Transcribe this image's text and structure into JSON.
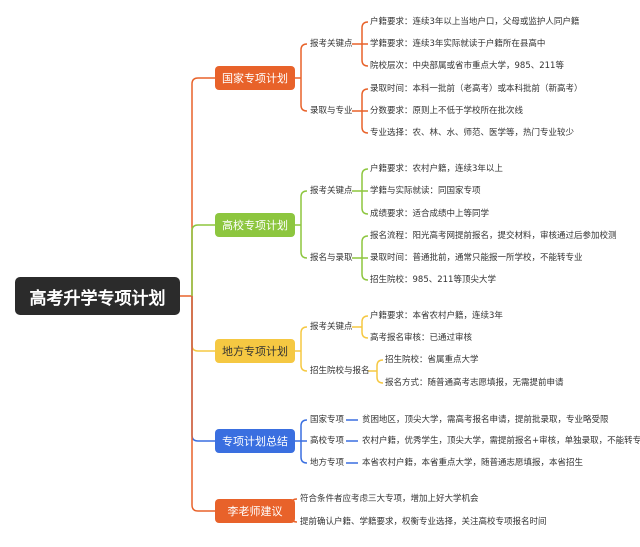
{
  "root": "高考升学专项计划",
  "colors": {
    "orange": "#e8622a",
    "green": "#8dc63f",
    "yellow": "#f5c842",
    "blue": "#3a6fe0",
    "dark": "#2b2b2b"
  },
  "branches": [
    {
      "label": "国家专项计划",
      "groups": [
        {
          "label": "报考关键点",
          "items": [
            "户籍要求：连续3年以上当地户口，父母或监护人同户籍",
            "学籍要求：连续3年实际就读于户籍所在县高中",
            "院校层次：中央部属或省市重点大学，985、211等"
          ]
        },
        {
          "label": "录取与专业",
          "items": [
            "录取时间：本科一批前（老高考）或本科批前（新高考）",
            "分数要求：原则上不低于学校所在批次线",
            "专业选择：农、林、水、师范、医学等，热门专业较少"
          ]
        }
      ]
    },
    {
      "label": "高校专项计划",
      "groups": [
        {
          "label": "报考关键点",
          "items": [
            "户籍要求：农村户籍，连续3年以上",
            "学籍与实际就读：同国家专项",
            "成绩要求：适合成绩中上等同学"
          ]
        },
        {
          "label": "报名与录取",
          "items": [
            "报名流程：阳光高考网提前报名，提交材料，审核通过后参加校测",
            "录取时间：普通批前，通常只能报一所学校，不能转专业",
            "招生院校：985、211等顶尖大学"
          ]
        }
      ]
    },
    {
      "label": "地方专项计划",
      "groups": [
        {
          "label": "报考关键点",
          "items": [
            "户籍要求：本省农村户籍，连续3年",
            "高考报名审核：已通过审核"
          ]
        },
        {
          "label": "招生院校与报名",
          "items": [
            "招生院校：省属重点大学",
            "报名方式：随普通高考志愿填报，无需提前申请"
          ]
        }
      ]
    },
    {
      "label": "专项计划总结",
      "groups": [
        {
          "label": "国家专项",
          "items": [
            "贫困地区，顶尖大学，需高考报名申请，提前批录取，专业略受限"
          ]
        },
        {
          "label": "高校专项",
          "items": [
            "农村户籍，优秀学生，顶尖大学，需提前报名+审核，单独录取，不能转专业"
          ]
        },
        {
          "label": "地方专项",
          "items": [
            "本省农村户籍，本省重点大学，随普通志愿填报，本省招生"
          ]
        }
      ]
    },
    {
      "label": "李老师建议",
      "items": [
        "符合条件者应考虑三大专项，增加上好大学机会",
        "提前确认户籍、学籍要求，权衡专业选择，关注高校专项报名时间"
      ]
    }
  ]
}
